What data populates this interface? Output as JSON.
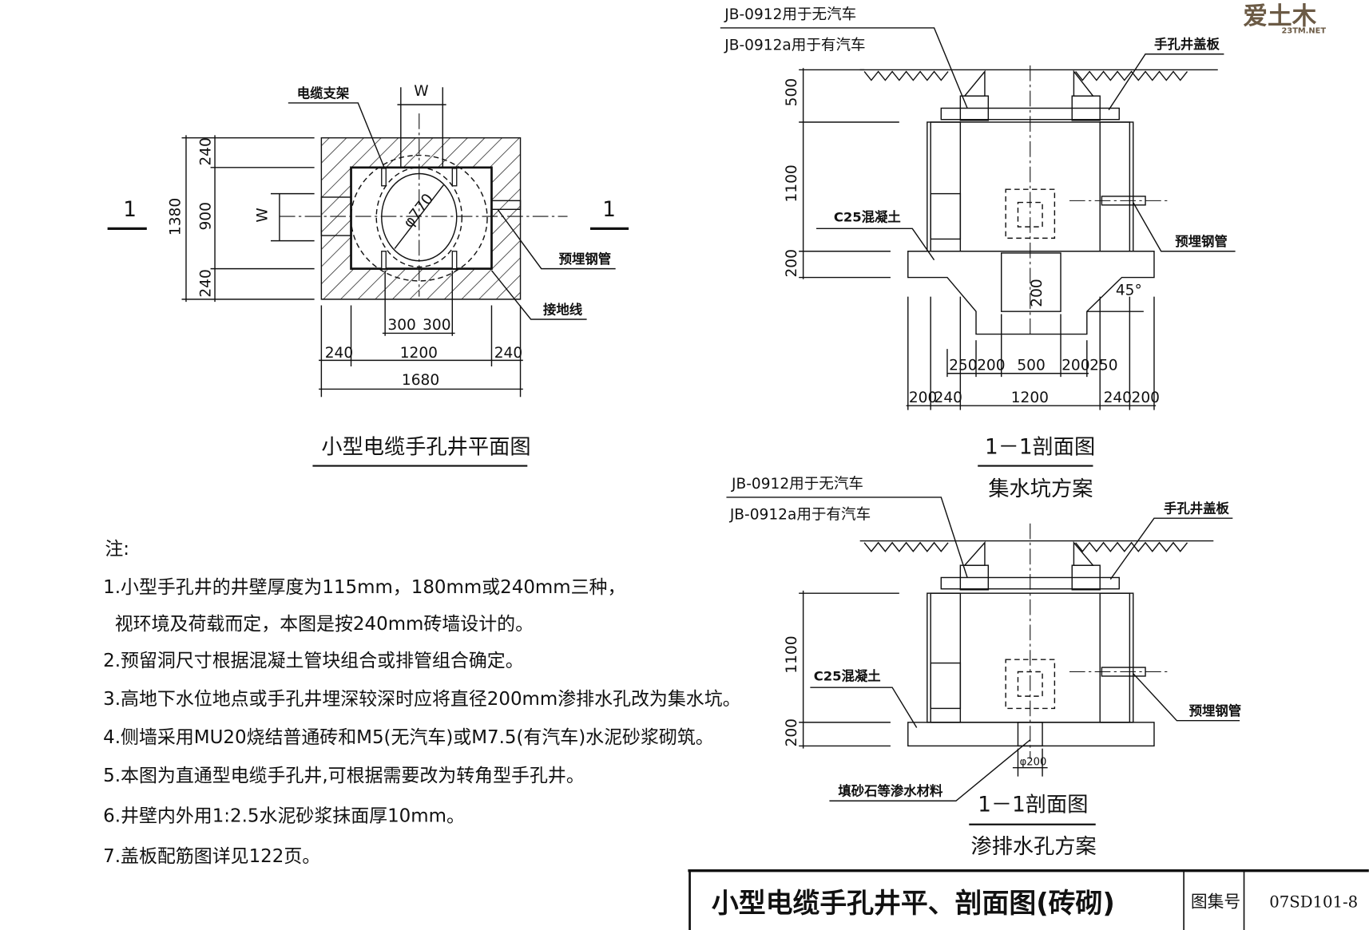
{
  "watermark": {
    "text": "爱土木",
    "site": "23TM.NET"
  },
  "plan": {
    "labels": {
      "bracket": "电缆支架",
      "steel_pipe": "预埋钢管",
      "ground_wire": "接地线",
      "w_top": "W",
      "w_left": "W",
      "diameter": "φ770",
      "section_mark": "1"
    },
    "dims": {
      "left_total": "1380",
      "left_top": "240",
      "left_mid": "900",
      "left_bot": "240",
      "h300a": "300",
      "h300b": "300",
      "h240a": "240",
      "h1200": "1200",
      "h240b": "240",
      "h1680": "1680"
    },
    "caption": "小型电缆手孔井平面图"
  },
  "section_sump": {
    "cover_label1": "JB-0912用于无汽车",
    "cover_label2": "JB-0912a用于有汽车",
    "cover_plate": "手孔井盖板",
    "concrete": "C25混凝土",
    "steel_pipe": "预埋钢管",
    "angle": "45°",
    "dims": {
      "v500": "500",
      "v1100": "1100",
      "v200": "200",
      "pit200": "200",
      "a250": "250",
      "a200": "200",
      "a500": "500",
      "a200b": "200",
      "a250b": "250",
      "b200": "200",
      "b240": "240",
      "b1200": "1200",
      "b240b": "240",
      "b200b": "200"
    },
    "caption": "1－1剖面图",
    "subcaption": "集水坑方案"
  },
  "section_drain": {
    "cover_label1": "JB-0912用于无汽车",
    "cover_label2": "JB-0912a用于有汽车",
    "cover_plate": "手孔井盖板",
    "concrete": "C25混凝土",
    "steel_pipe": "预埋钢管",
    "fill": "填砂石等渗水材料",
    "hole": "φ200",
    "dims": {
      "v1100": "1100",
      "v200": "200"
    },
    "caption": "1－1剖面图",
    "subcaption": "渗排水孔方案"
  },
  "notes": {
    "title": "注:",
    "items": [
      "1.小型手孔井的井壁厚度为115mm，180mm或240mm三种，",
      "  视环境及荷载而定，本图是按240mm砖墙设计的。",
      "2.预留洞尺寸根据混凝土管块组合或排管组合确定。",
      "3.高地下水位地点或手孔井埋深较深时应将直径200mm渗排水孔改为集水坑。",
      "4.侧墙采用MU20烧结普通砖和M5(无汽车)或M7.5(有汽车)水泥砂浆砌筑。",
      "5.本图为直通型电缆手孔井,可根据需要改为转角型手孔井。",
      "6.井壁内外用1:2.5水泥砂浆抹面厚10mm。",
      "7.盖板配筋图详见122页。"
    ]
  },
  "title_block": {
    "title": "小型电缆手孔井平、剖面图(砖砌)",
    "atlas_label": "图集号",
    "atlas_no": "07SD101-8"
  }
}
